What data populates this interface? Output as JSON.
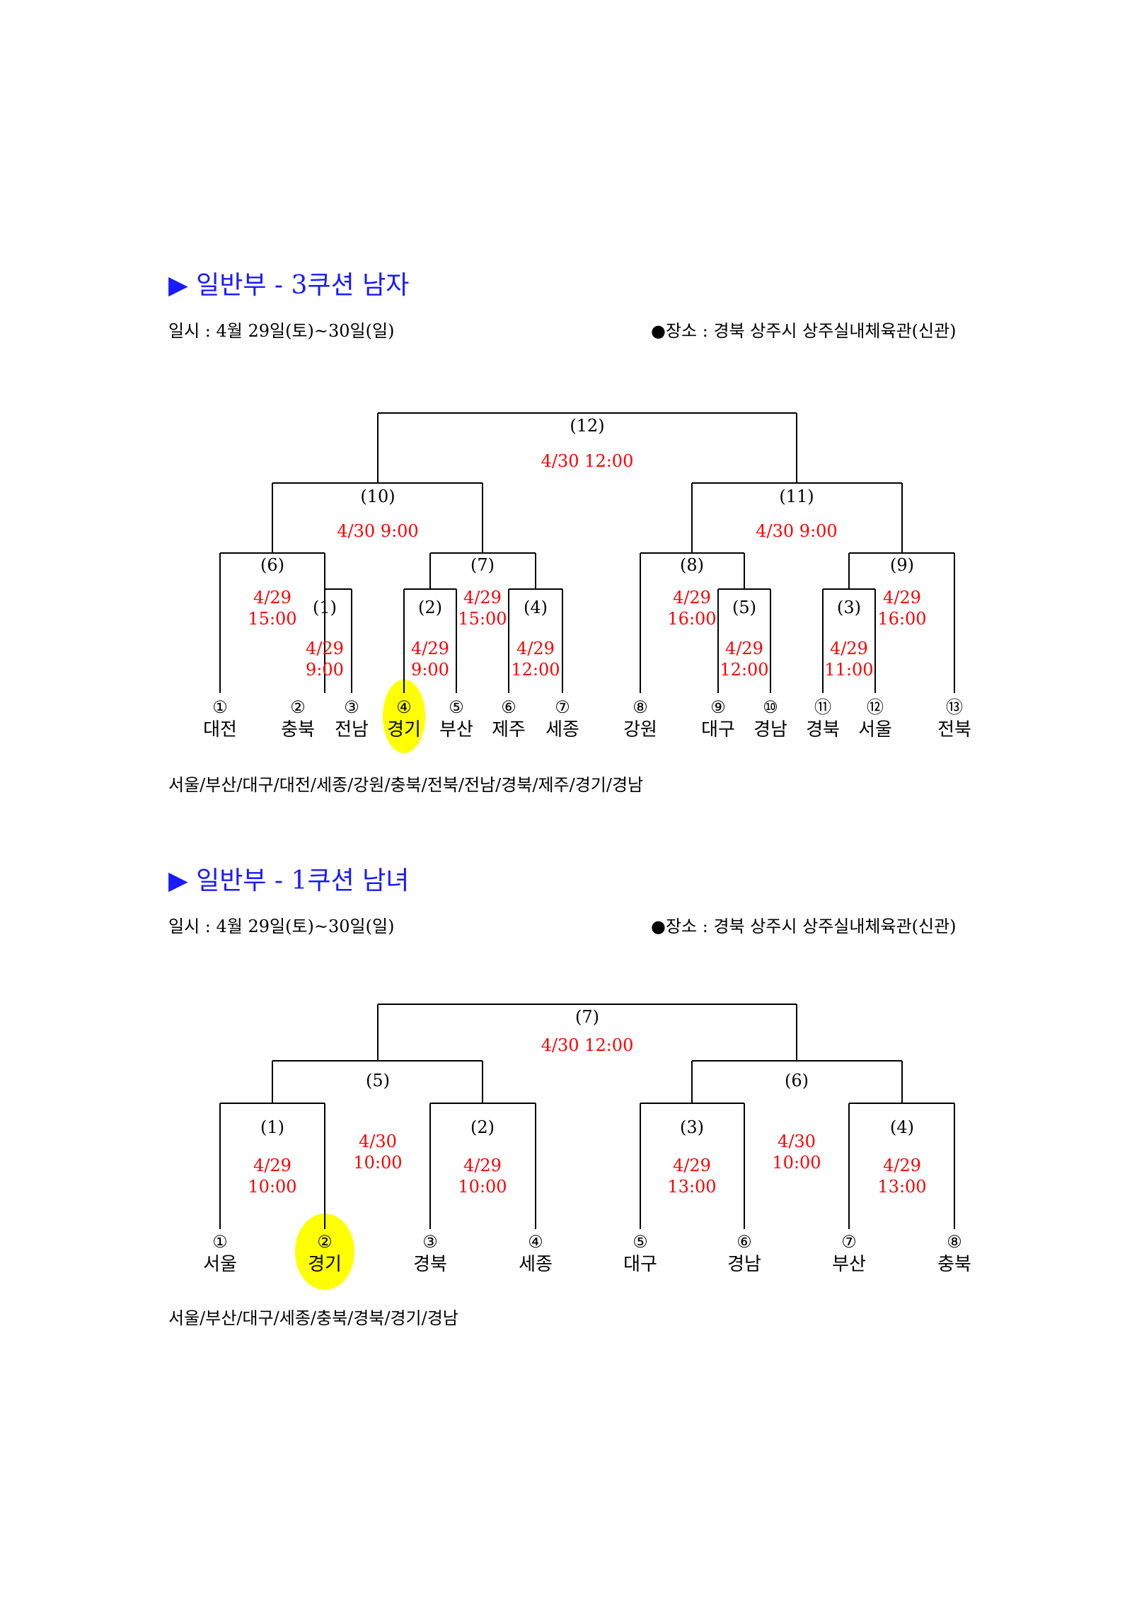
{
  "sections": [
    {
      "title": "▶ 일반부 - 3쿠션 남자",
      "date": "일시 : 4월 29일(토)~30일(일)",
      "venue": "●장소 : 경북 상주시 상주실내체육관(신관)",
      "participants_list": "서울/부산/대구/대전/세종/강원/충북/전북/전남/경북/제주/경기/경남",
      "highlight_color": "#ffff00",
      "schedule_color": "#ff0000",
      "teams": [
        {
          "num": "①",
          "name": "대전"
        },
        {
          "num": "②",
          "name": "충북"
        },
        {
          "num": "③",
          "name": "전남"
        },
        {
          "num": "④",
          "name": "경기",
          "highlight": true
        },
        {
          "num": "⑤",
          "name": "부산"
        },
        {
          "num": "⑥",
          "name": "제주"
        },
        {
          "num": "⑦",
          "name": "세종"
        },
        {
          "num": "⑧",
          "name": "강원"
        },
        {
          "num": "⑨",
          "name": "대구"
        },
        {
          "num": "⑩",
          "name": "경남"
        },
        {
          "num": "⑪",
          "name": "경북"
        },
        {
          "num": "⑫",
          "name": "서울"
        },
        {
          "num": "⑬",
          "name": "전북"
        }
      ],
      "matches": [
        {
          "label": "(1)",
          "time": [
            "4/29",
            "9:00"
          ]
        },
        {
          "label": "(2)",
          "time": [
            "4/29",
            "9:00"
          ]
        },
        {
          "label": "(3)",
          "time": [
            "4/29",
            "11:00"
          ]
        },
        {
          "label": "(4)",
          "time": [
            "4/29",
            "12:00"
          ]
        },
        {
          "label": "(5)",
          "time": [
            "4/29",
            "12:00"
          ]
        },
        {
          "label": "(6)",
          "time": [
            "4/29",
            "15:00"
          ]
        },
        {
          "label": "(7)",
          "time": [
            "4/29",
            "15:00"
          ]
        },
        {
          "label": "(8)",
          "time": [
            "4/29",
            "16:00"
          ]
        },
        {
          "label": "(9)",
          "time": [
            "4/29",
            "16:00"
          ]
        },
        {
          "label": "(10)",
          "time": [
            "4/30 9:00"
          ]
        },
        {
          "label": "(11)",
          "time": [
            "4/30 9:00"
          ]
        },
        {
          "label": "(12)",
          "time": [
            "4/30 12:00"
          ]
        }
      ]
    },
    {
      "title": "▶ 일반부 - 1쿠션 남녀",
      "date": "일시 : 4월 29일(토)~30일(일)",
      "venue": "●장소 : 경북 상주시 상주실내체육관(신관)",
      "participants_list": "서울/부산/대구/세종/충북/경북/경기/경남",
      "highlight_color": "#ffff00",
      "schedule_color": "#ff0000",
      "teams": [
        {
          "num": "①",
          "name": "서울"
        },
        {
          "num": "②",
          "name": "경기",
          "highlight": true
        },
        {
          "num": "③",
          "name": "경북"
        },
        {
          "num": "④",
          "name": "세종"
        },
        {
          "num": "⑤",
          "name": "대구"
        },
        {
          "num": "⑥",
          "name": "경남"
        },
        {
          "num": "⑦",
          "name": "부산"
        },
        {
          "num": "⑧",
          "name": "충북"
        }
      ],
      "matches": [
        {
          "label": "(1)",
          "time": [
            "4/29",
            "10:00"
          ]
        },
        {
          "label": "(2)",
          "time": [
            "4/29",
            "10:00"
          ]
        },
        {
          "label": "(3)",
          "time": [
            "4/29",
            "13:00"
          ]
        },
        {
          "label": "(4)",
          "time": [
            "4/29",
            "13:00"
          ]
        },
        {
          "label": "(5)",
          "time": [
            "4/30",
            "10:00"
          ]
        },
        {
          "label": "(6)",
          "time": [
            "4/30",
            "10:00"
          ]
        },
        {
          "label": "(7)",
          "time": [
            "4/30 12:00"
          ]
        }
      ]
    }
  ]
}
